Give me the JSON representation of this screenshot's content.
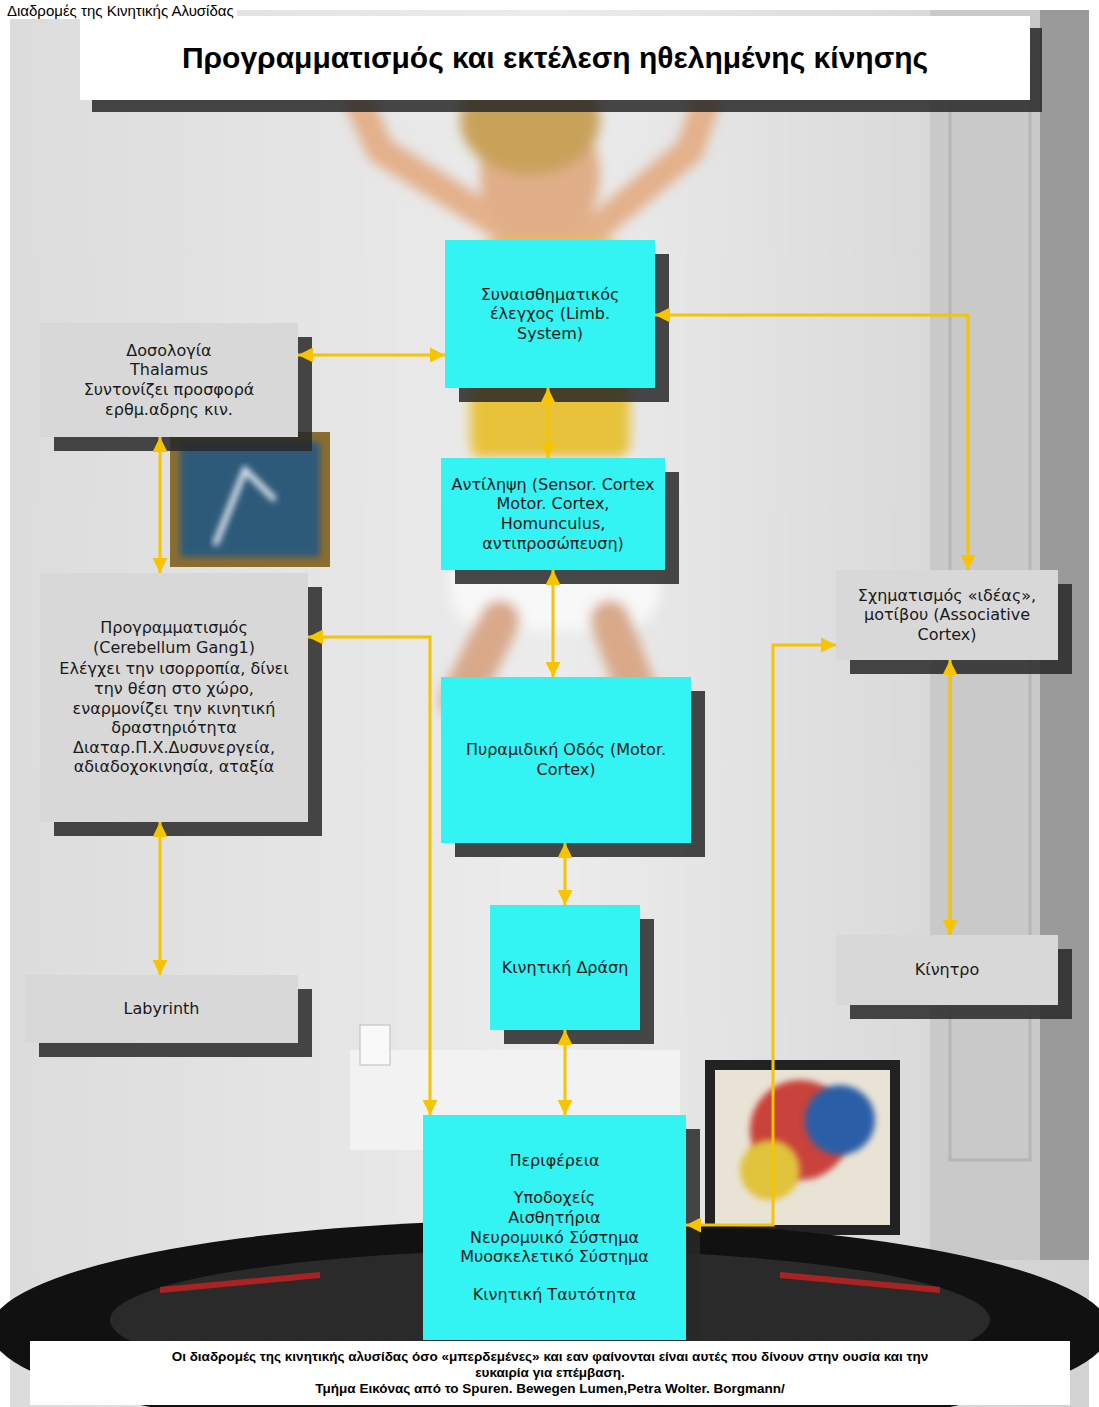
{
  "diagram": {
    "title": "Προγραμματισμός και εκτέλεση ηθελημένης κίνησης",
    "caption": "Οι διαδρομές της κινητικής αλυσίδας όσο «μπερδεμένες» και εαν φαίνονται είναι αυτές που δίνουν στην ουσία και την ευκαιρία για επέμβαση.",
    "nodes": [
      {
        "text": [
          "Συναισθηματικός έλεγχος (Limb. System)"
        ]
      },
      {
        "text": [
          "Δοσολογία",
          "Thalamus",
          "Συντονίζει προσφορά ερθμ.αδρης κιν."
        ]
      },
      {
        "text": [
          "Αντίληψη (Sensor. Cortex Motor. Cortex, Homunculus, αντιπροσώπευση)"
        ]
      },
      {
        "text": [
          "Σχηματισμός «ιδέας», μοτίβου (Associative Cortex)"
        ]
      },
      {
        "text": [
          "Προγραμματισμός (Cerebellum Gang1)",
          "Ελέγχει την ισορροπία, δίνει την θέση στο χώρο, εναρμονίζει την κινητική δραστηριότητα Διαταρ.Π.Χ.Δυσυνεργεία, αδιαδοχοκινησία, αταξία"
        ]
      },
      {
        "text": [
          "Πυραμιδική Οδός (Motor. Cortex)"
        ]
      },
      {
        "text": [
          "Κινητική Δράση"
        ]
      },
      {
        "text": [
          "Labyrinth"
        ]
      },
      {
        "text": [
          "Κίνητρο"
        ]
      },
      {
        "text": [
          "Περιφέρεια",
          "Υποδοχείς",
          "Αισθητήρια",
          "Νευρομυικό Σύστημα",
          "Μυοσκελετικό Σύστημα",
          "Κινητική Ταυτότητα"
        ]
      }
    ],
    "edges": [
      {
        "from": 1,
        "to": 0,
        "arrow": "both"
      },
      {
        "from": 0,
        "to": 2,
        "arrow": "both"
      },
      {
        "from": 0,
        "to": 3,
        "arrow": "both"
      },
      {
        "from": 1,
        "to": 4,
        "arrow": "both"
      },
      {
        "from": 2,
        "to": 5,
        "arrow": "both"
      },
      {
        "from": 5,
        "to": 6,
        "arrow": "both"
      },
      {
        "from": 6,
        "to": 9,
        "arrow": "both"
      },
      {
        "from": 4,
        "to": 7,
        "arrow": "both"
      },
      {
        "from": 3,
        "to": 8,
        "arrow": "both"
      },
      {
        "from": 4,
        "to": 9,
        "arrow": "both"
      },
      {
        "from": 9,
        "to": 3,
        "arrow": "both"
      }
    ],
    "labels": [
      "Διαδρομές της Κινητικής Αλυσίδας",
      "Τμήμα Εικόνας από το Spuren. Bewegen Lumen,Petra Wolter. Borgmann/"
    ]
  }
}
